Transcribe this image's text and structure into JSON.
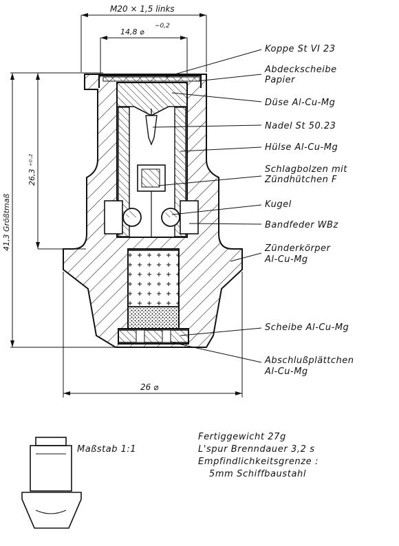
{
  "dimensions": {
    "top": "M20 × 1,5 links",
    "inner": "14,8 ⌀",
    "inner_tol": "−0,2",
    "length_total": "41,3 Größtmaß",
    "length_inner": "26,3 ⁺⁰·²",
    "bottom": "26 ⌀"
  },
  "labels": {
    "koppe": "Koppe   St VI 23",
    "abdeck1": "Abdeckscheibe",
    "abdeck2": "Papier",
    "duese": "Düse   Al-Cu-Mg",
    "nadel": "Nadel  St 50.23",
    "huelse": "Hülse Al-Cu-Mg",
    "schlag1": "Schlagbolzen mit",
    "schlag2": "Zündhütchen F",
    "kugel": "Kugel",
    "bandfeder": "Bandfeder WBz",
    "zuender1": "Zünderkörper",
    "zuender2": "Al-Cu-Mg",
    "scheibe": "Scheibe   Al-Cu-Mg",
    "abschluss1": "Abschlußplättchen",
    "abschluss2": "Al-Cu-Mg"
  },
  "scale": "Maßstab 1:1",
  "notes": {
    "line1": "Fertiggewicht  27g",
    "line2": "L'spur Brenndauer  3,2 s",
    "line3": "Empfindlichkeitsgrenze :",
    "line4": "5mm Schiffbaustahl"
  },
  "colors": {
    "ink": "#111111",
    "paper": "#ffffff"
  }
}
